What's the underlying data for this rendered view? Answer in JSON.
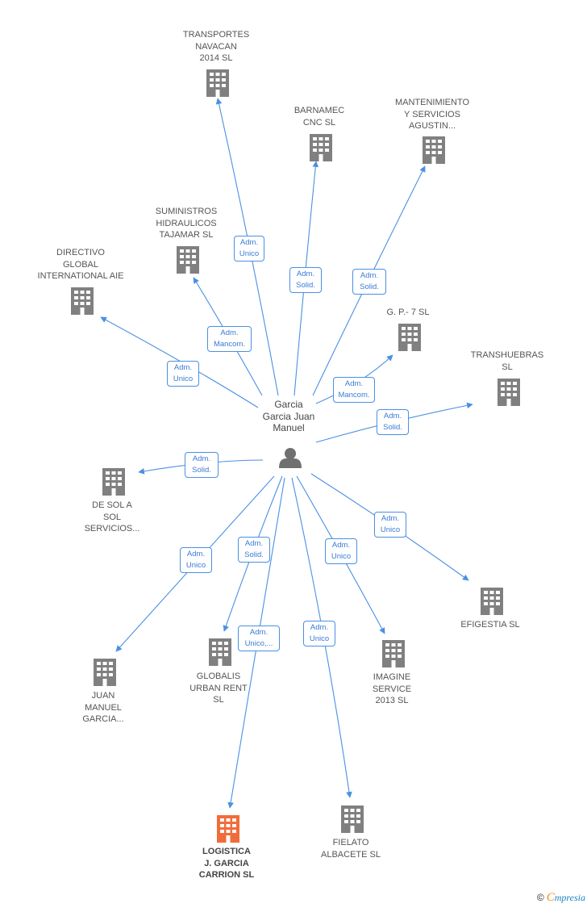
{
  "center": {
    "name": "Garcia\nGarcia Juan\nManuel",
    "icon": "person-icon"
  },
  "colors": {
    "edge": "#4a90e2",
    "building": "#808080",
    "highlight": "#f26b3a"
  },
  "companies": [
    {
      "id": "transportes",
      "name": "TRANSPORTES\nNAVACAN\n2014  SL",
      "role": "Adm.\nUnico"
    },
    {
      "id": "barnamec",
      "name": "BARNAMEC\nCNC  SL",
      "role": "Adm.\nSolid."
    },
    {
      "id": "mantenimiento",
      "name": "MANTENIMIENTO\nY SERVICIOS\nAGUSTIN...",
      "role": "Adm.\nSolid."
    },
    {
      "id": "suministros",
      "name": "SUMINISTROS\nHIDRAULICOS\nTAJAMAR SL",
      "role": "Adm.\nMancom."
    },
    {
      "id": "directivo",
      "name": "DIRECTIVO\nGLOBAL\nINTERNATIONAL AIE",
      "role": "Adm.\nUnico"
    },
    {
      "id": "gp7",
      "name": "G. P.- 7 SL",
      "role": "Adm.\nMancom."
    },
    {
      "id": "transhuebras",
      "name": "TRANSHUEBRAS\nSL",
      "role": "Adm.\nSolid."
    },
    {
      "id": "desol",
      "name": "DE SOL A\nSOL\nSERVICIOS...",
      "role": "Adm.\nSolid."
    },
    {
      "id": "efigestia",
      "name": "EFIGESTIA  SL",
      "role": "Adm.\nUnico"
    },
    {
      "id": "juanmanuel",
      "name": "JUAN\nMANUEL\nGARCIA...",
      "role": "Adm.\nUnico"
    },
    {
      "id": "globalis",
      "name": "GLOBALIS\nURBAN RENT\nSL",
      "role": "Adm.\nSolid."
    },
    {
      "id": "imagine",
      "name": "IMAGINE\nSERVICE\n2013 SL",
      "role": "Adm.\nUnico"
    },
    {
      "id": "logistica",
      "name": "LOGISTICA\nJ.  GARCIA\nCARRION  SL",
      "role": "Adm.\nUnico,...",
      "highlight": true
    },
    {
      "id": "fielato",
      "name": "FIELATO\nALBACETE  SL",
      "role": "Adm.\nUnico"
    }
  ],
  "brand": {
    "copyright": "©",
    "first_letter": "C",
    "rest": "mpresia"
  }
}
